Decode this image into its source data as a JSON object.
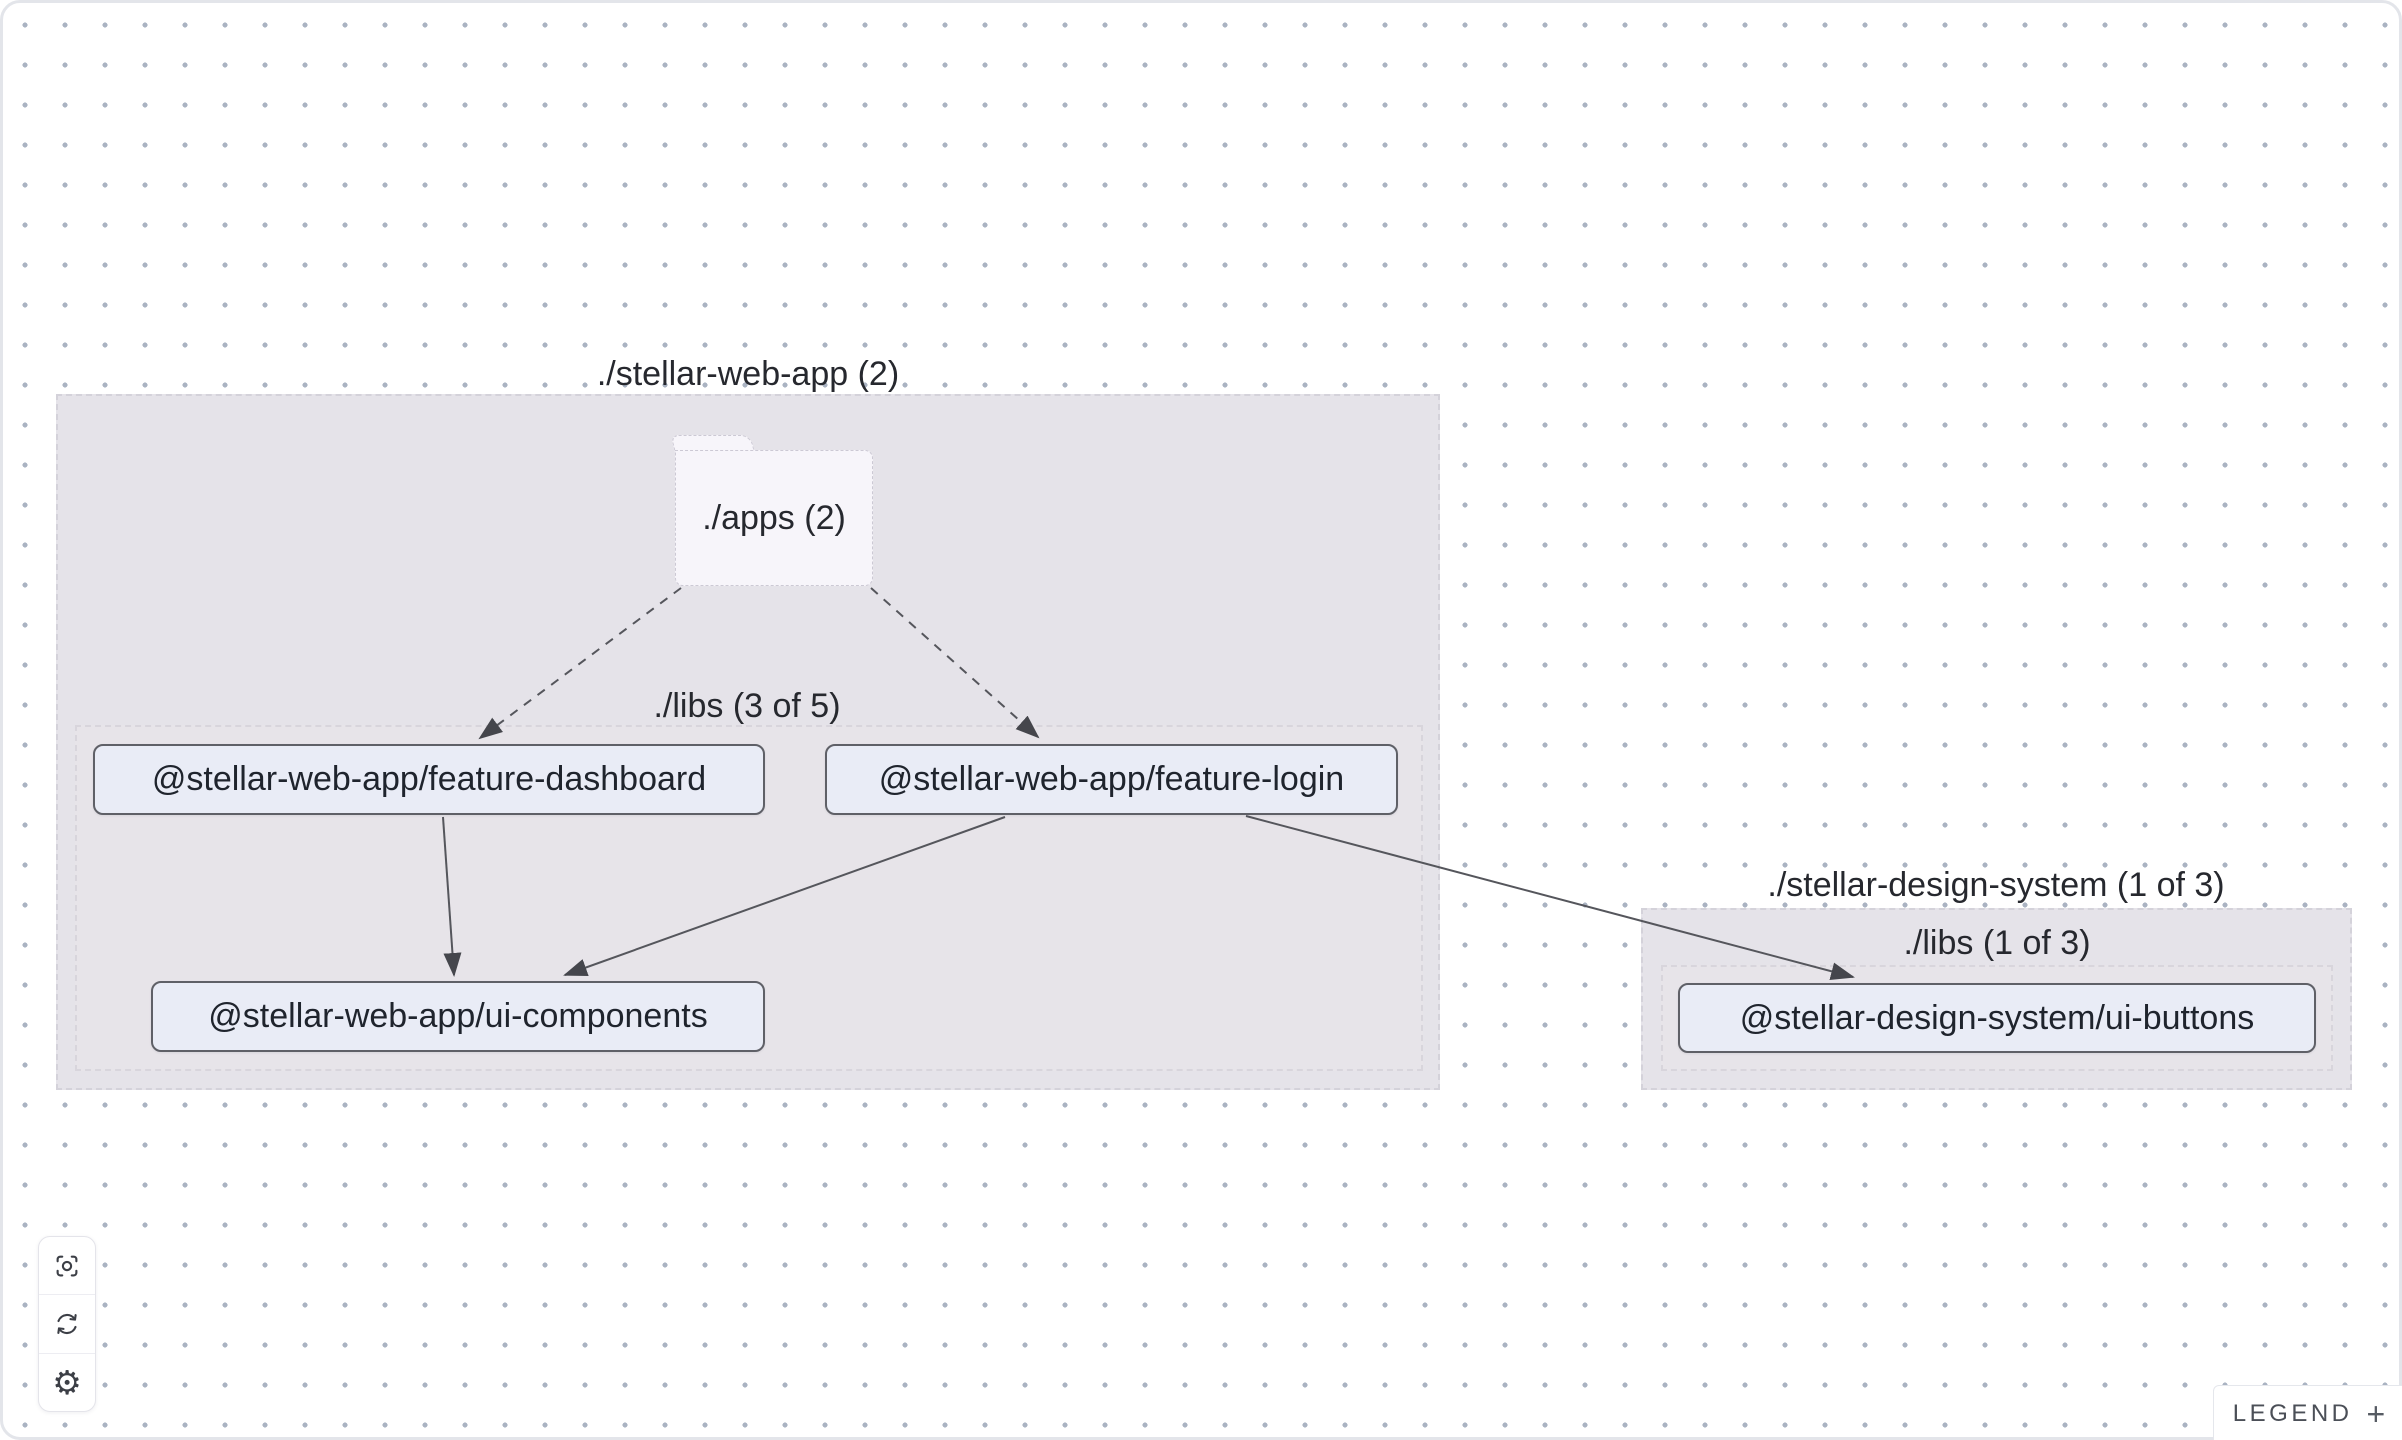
{
  "workspace": {
    "groups": {
      "web_app": {
        "label": "./stellar-web-app (2)"
      },
      "web_app_libs": {
        "label": "./libs (3 of 5)"
      },
      "design_system": {
        "label": "./stellar-design-system (1 of 3)"
      },
      "design_system_libs": {
        "label": "./libs (1 of 3)"
      }
    },
    "folder": {
      "label": "./apps (2)"
    },
    "nodes": [
      {
        "id": "feature-dashboard",
        "label": "@stellar-web-app/feature-dashboard"
      },
      {
        "id": "feature-login",
        "label": "@stellar-web-app/feature-login"
      },
      {
        "id": "ui-components",
        "label": "@stellar-web-app/ui-components"
      },
      {
        "id": "ui-buttons",
        "label": "@stellar-design-system/ui-buttons"
      }
    ],
    "edges": [
      {
        "from": "./apps",
        "to": "@stellar-web-app/feature-dashboard",
        "style": "dashed"
      },
      {
        "from": "./apps",
        "to": "@stellar-web-app/feature-login",
        "style": "dashed"
      },
      {
        "from": "@stellar-web-app/feature-dashboard",
        "to": "@stellar-web-app/ui-components",
        "style": "solid"
      },
      {
        "from": "@stellar-web-app/feature-login",
        "to": "@stellar-web-app/ui-components",
        "style": "solid"
      },
      {
        "from": "@stellar-web-app/feature-login",
        "to": "@stellar-design-system/ui-buttons",
        "style": "solid"
      }
    ]
  },
  "toolbar": {
    "buttons": [
      {
        "icon": "focus-icon"
      },
      {
        "icon": "reload-icon"
      },
      {
        "icon": "settings-icon"
      }
    ]
  },
  "legend": {
    "label": "LEGEND",
    "expand_symbol": "+"
  },
  "colors": {
    "group_fill": "#e5e3e9",
    "inner_group_fill": "#e7e4e9",
    "node_fill": "#e9ecf6",
    "node_border": "#5f6067",
    "folder_fill": "#f7f5fa",
    "edge": "#55565c",
    "dot_grid": "#aab3c2",
    "canvas_border": "#e3e5ea",
    "text": "#26282e"
  }
}
